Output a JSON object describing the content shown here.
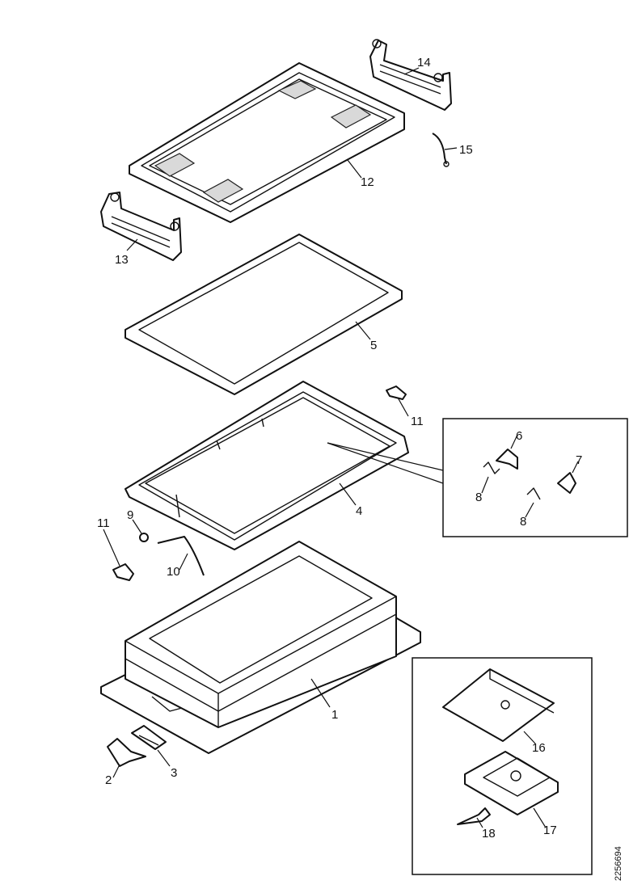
{
  "diagram": {
    "callouts": {
      "c1": "1",
      "c2": "2",
      "c3": "3",
      "c4": "4",
      "c5": "5",
      "c6": "6",
      "c7": "7",
      "c8a": "8",
      "c8b": "8",
      "c9": "9",
      "c10": "10",
      "c11a": "11",
      "c11b": "11",
      "c12": "12",
      "c13": "13",
      "c14": "14",
      "c15": "15",
      "c16": "16",
      "c17": "17",
      "c18": "18"
    },
    "document_number": "2256694"
  }
}
